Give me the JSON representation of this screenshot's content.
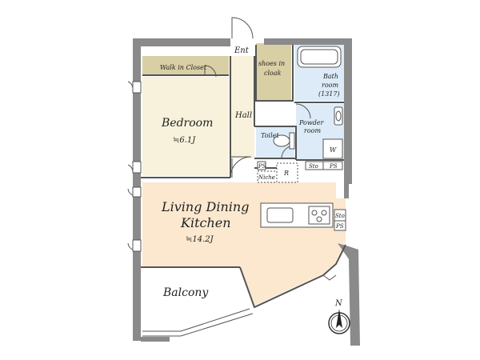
{
  "rooms": {
    "entrance": "Ent",
    "walk_in_closet": "Walk in Closet",
    "shoe_cloak_line1": "shoes in",
    "shoe_cloak_line2": "cloak",
    "bath_line1": "Bath",
    "bath_line2": "room",
    "bath_size": "(1317)",
    "bedroom": "Bedroom",
    "bedroom_size": "≒6.1J",
    "hall": "Hall",
    "powder_line1": "Powder",
    "powder_line2": "room",
    "toilet": "Toilet",
    "washer": "W",
    "storage_small": "Sto",
    "ps_right": "PS",
    "ps_left": "PS",
    "niche": "Niche",
    "refrigerator": "R",
    "ldk_line1": "Living Dining",
    "ldk_line2": "Kitchen",
    "ldk_size": "≒14.2J",
    "storage_kitchen": "Sto",
    "ps_kitchen": "PS",
    "balcony": "Balcony"
  },
  "compass": {
    "label": "N"
  },
  "colors": {
    "wall": "#8a8a8a",
    "wood": "#f8f2dc",
    "closet": "#d9cfa4",
    "shoe": "#d9cfa4",
    "ldk": "#fbe8cf",
    "wet": "#dcebf7",
    "balcony": "#ffffff"
  }
}
